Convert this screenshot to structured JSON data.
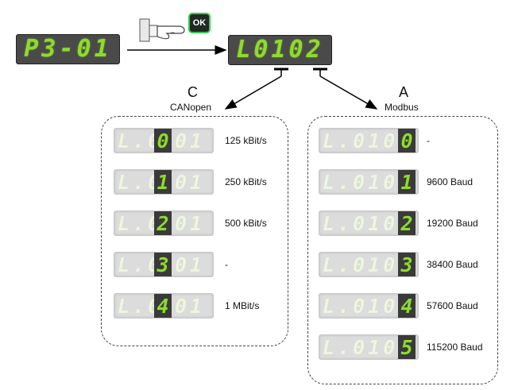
{
  "top": {
    "source_display": "P3-01",
    "target_display": "L0102",
    "ok_button": "OK"
  },
  "groups": {
    "canopen": {
      "letter": "C",
      "name": "CANopen",
      "options": [
        {
          "display_prefix": "L.0",
          "highlight": "0",
          "display_suffix": "01",
          "label": "125 kBit/s"
        },
        {
          "display_prefix": "L.0",
          "highlight": "1",
          "display_suffix": "01",
          "label": "250 kBit/s"
        },
        {
          "display_prefix": "L.0",
          "highlight": "2",
          "display_suffix": "01",
          "label": "500 kBit/s"
        },
        {
          "display_prefix": "L.0",
          "highlight": "3",
          "display_suffix": "01",
          "label": "-"
        },
        {
          "display_prefix": "L.0",
          "highlight": "4",
          "display_suffix": "01",
          "label": "1 MBit/s"
        }
      ]
    },
    "modbus": {
      "letter": "A",
      "name": "Modbus",
      "options": [
        {
          "display_prefix": "L.010",
          "highlight": "0",
          "label": "-"
        },
        {
          "display_prefix": "L.010",
          "highlight": "1",
          "label": "9600 Baud"
        },
        {
          "display_prefix": "L.010",
          "highlight": "2",
          "label": "19200 Baud"
        },
        {
          "display_prefix": "L.010",
          "highlight": "3",
          "label": "38400 Baud"
        },
        {
          "display_prefix": "L.010",
          "highlight": "4",
          "label": "57600 Baud"
        },
        {
          "display_prefix": "L.010",
          "highlight": "5",
          "label": "115200 Baud"
        }
      ]
    }
  },
  "colors": {
    "segment_on": "#8edc2a",
    "display_bg": "#4a4a4a",
    "segment_off_bg": "#dcdcdc",
    "ok_border": "#33cc55"
  },
  "icons": [
    "hand-pressing-icon",
    "ok-button-icon"
  ]
}
